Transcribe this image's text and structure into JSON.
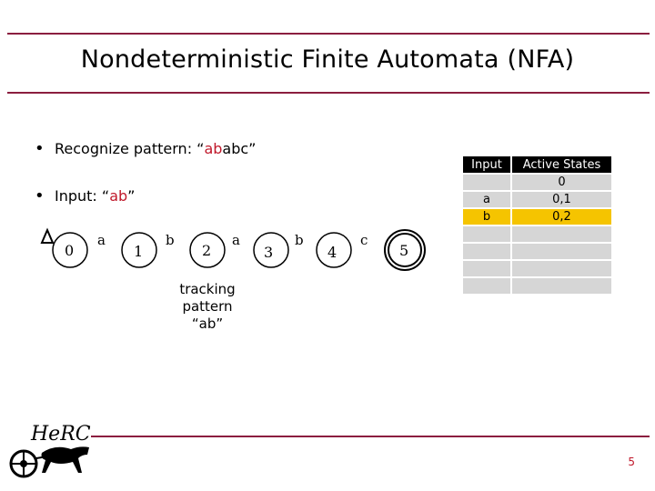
{
  "slide": {
    "title": "Nondeterministic Finite Automata (NFA)",
    "bullets": [
      {
        "prefix": "Recognize pattern:  “",
        "highlight": "ab",
        "rest": "abc”"
      },
      {
        "prefix": "Input:  “",
        "highlight": "ab",
        "rest": "”"
      }
    ],
    "note_lines": [
      "tracking",
      "pattern",
      "“ab”"
    ],
    "page_number": "5"
  },
  "nfa": {
    "states": [
      "0",
      "1",
      "2",
      "3",
      "4",
      "5"
    ],
    "transitions": [
      "a",
      "b",
      "a",
      "b",
      "c"
    ]
  },
  "table": {
    "headers": [
      "Input",
      "Active States"
    ],
    "rows": [
      {
        "input": "",
        "states": "0"
      },
      {
        "input": "a",
        "states": "0,1"
      },
      {
        "input": "b",
        "states": "0,2"
      },
      {
        "input": "",
        "states": ""
      },
      {
        "input": "",
        "states": ""
      },
      {
        "input": "",
        "states": ""
      },
      {
        "input": "",
        "states": ""
      }
    ],
    "highlighted_row": 2
  },
  "logo": {
    "text": "HeRC"
  },
  "colors": {
    "rule": "#8b1e3f",
    "highlight": "#c0182a",
    "table_highlight": "#f5c400"
  }
}
